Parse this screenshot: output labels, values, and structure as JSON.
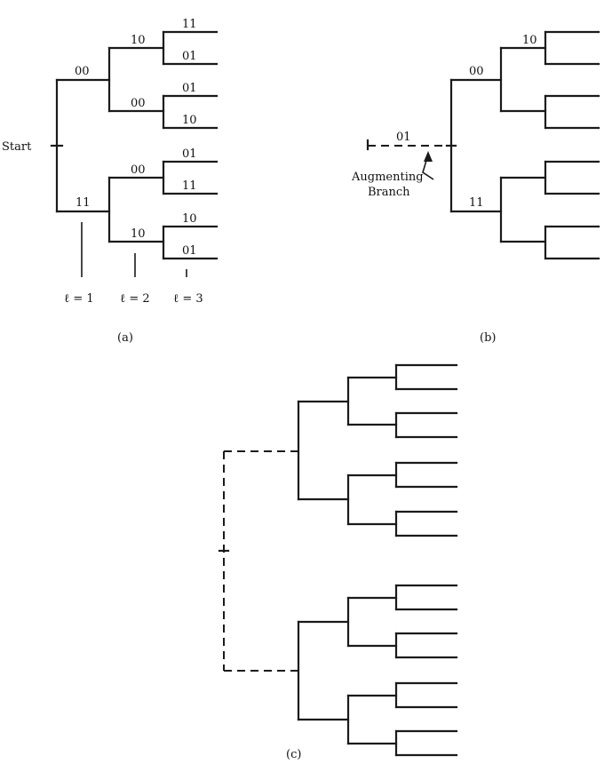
{
  "panel_a": {
    "start_label": "Start",
    "branch_labels": {
      "l1_upper": "00",
      "l1_lower": "11",
      "l2_a": "10",
      "l2_b": "00",
      "l2_c": "00",
      "l2_d": "10",
      "l3_1": "11",
      "l3_2": "01",
      "l3_3": "01",
      "l3_4": "10",
      "l3_5": "01",
      "l3_6": "11",
      "l3_7": "10",
      "l3_8": "01"
    },
    "level_labels": [
      "ℓ = 1",
      "ℓ = 2",
      "ℓ = 3"
    ],
    "caption": "(a)"
  },
  "panel_b": {
    "augment_label": "01",
    "augment_text_line1": "Augmenting",
    "augment_text_line2": "Branch",
    "branch_labels": {
      "l1_upper": "00",
      "l1_lower": "11",
      "l2_a": "10"
    },
    "caption": "(b)"
  },
  "panel_c": {
    "caption": "(c)"
  }
}
